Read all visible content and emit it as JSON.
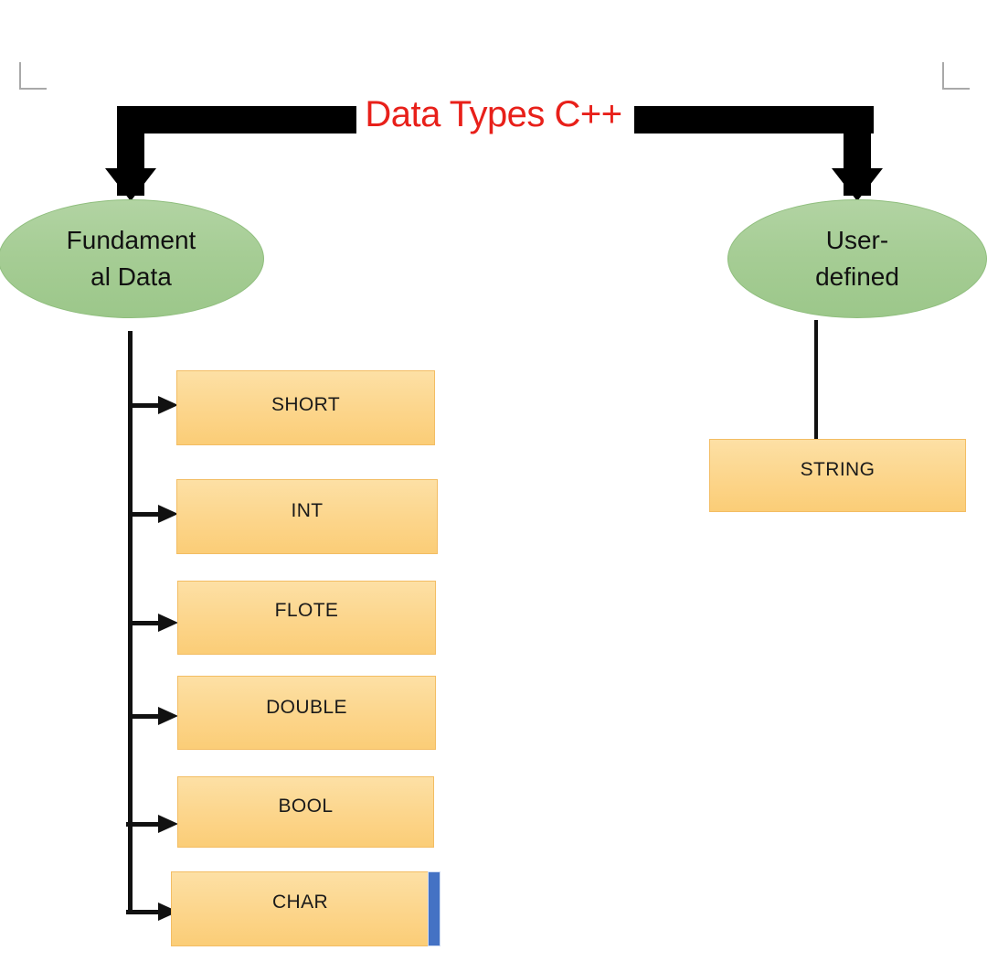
{
  "diagram": {
    "title": "Data Types C++",
    "title_color": "#e8201a",
    "background": "#ffffff",
    "node_colors": {
      "category_ellipse_fill": "#a6cd95",
      "category_ellipse_border": "#8fbe7d",
      "type_box_fill": "#fcd68d",
      "type_box_border": "#f3bd63",
      "connector": "#000000",
      "selection_handle": "#4472c4"
    },
    "categories": [
      {
        "id": "fundamental",
        "label_line1": "Fundament",
        "label_line2": "al Data",
        "full_label": "Fundamental Data",
        "children": [
          {
            "id": "short",
            "label": "SHORT"
          },
          {
            "id": "int",
            "label": "INT"
          },
          {
            "id": "flote",
            "label": "FLOTE"
          },
          {
            "id": "double",
            "label": "DOUBLE"
          },
          {
            "id": "bool",
            "label": "BOOL"
          },
          {
            "id": "char",
            "label": "CHAR"
          }
        ]
      },
      {
        "id": "user-defined",
        "label_line1": "User-",
        "label_line2": "defined",
        "full_label": "User-defined",
        "children": [
          {
            "id": "string",
            "label": "STRING"
          }
        ]
      }
    ]
  }
}
